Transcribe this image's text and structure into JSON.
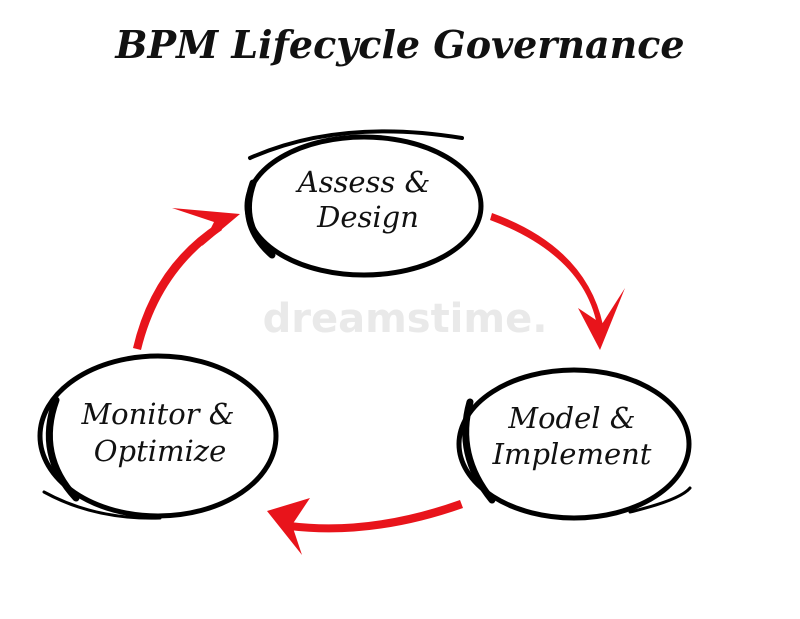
{
  "title": "BPM Lifecycle Governance",
  "watermark": "dreamstime.",
  "nodes": [
    {
      "line1": "Assess &",
      "line2": "Design"
    },
    {
      "line1": "Model &",
      "line2": "Implement"
    },
    {
      "line1": "Monitor &",
      "line2": "Optimize"
    }
  ],
  "colors": {
    "arrow": "#e8141b",
    "ring": "#000000",
    "text": "#111111",
    "watermark": "#e9e9e9"
  }
}
